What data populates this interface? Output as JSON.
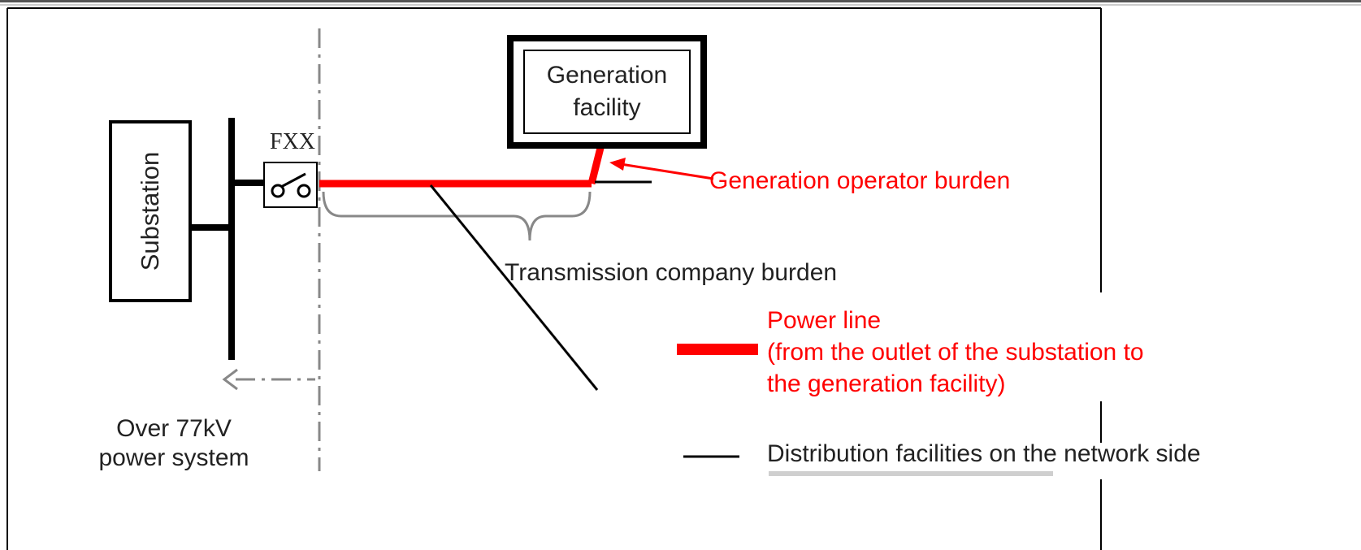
{
  "diagram": {
    "substation_label": "Substation",
    "switch_label": "FXX",
    "generation_facility_label_line1": "Generation",
    "generation_facility_label_line2": "facility",
    "generation_operator_burden_label": "Generation operator burden",
    "transmission_company_burden_label": "Transmission company burden",
    "upstream_system_label_line1": "Over 77kV",
    "upstream_system_label_line2": "power system"
  },
  "legend": {
    "power_line_label_line1": "Power line",
    "power_line_label_line2": "(from the outlet of the substation to",
    "power_line_label_line3": "the generation facility)",
    "distribution_label": "Distribution facilities on the network side"
  },
  "colors": {
    "power_line": "#ff0000",
    "annotation_red": "#ff0000",
    "line_black": "#000000",
    "dashdot_gray": "#888888"
  }
}
